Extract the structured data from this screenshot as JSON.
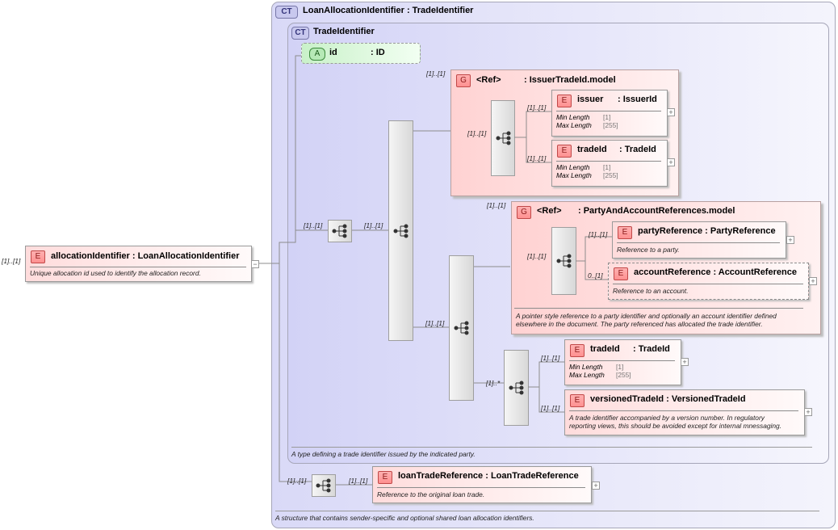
{
  "root": {
    "cardinality": "[1]..[1]",
    "badge": "E",
    "name": "allocationIdentifier",
    "type": ": LoanAllocationIdentifier",
    "doc": "Unique allocation id used to identify the allocation record.",
    "expand": "−"
  },
  "outer_type": {
    "badge": "CT",
    "title": "LoanAllocationIdentifier : TradeIdentifier",
    "doc": "A structure that contains sender-specific and optional shared loan allocation identifiers."
  },
  "inner_type": {
    "badge": "CT",
    "title": "TradeIdentifier",
    "doc": "A type defining a trade identifier issued by the indicated party."
  },
  "attribute": {
    "badge": "A",
    "name": "id",
    "type": ": ID"
  },
  "cardinalities": {
    "outer_seq": "[1]..[1]",
    "choice": "[1]..[1]",
    "issuer_group": "[1]..[1]",
    "issuer_seq": "[1]..[1]",
    "issuer": "[1]..[1]",
    "tradeId1": "[1]..[1]",
    "party_group_outer": "[1]..[1]",
    "party_seq_outer": "[1]..[1]",
    "party_seq": "[1]..[1]",
    "partyReference": "[1]..[1]",
    "accountReference": "0..[1]",
    "tradeId_seq": "[1]..*",
    "tradeId2": "[1]..[1]",
    "versionedTradeId": "[1]..[1]",
    "loan_seq": "[1]..[1]",
    "loanTradeReference": "[1]..[1]"
  },
  "issuer_group": {
    "badge": "G",
    "ref": "<Ref>",
    "name": ": IssuerTradeId.model"
  },
  "party_group": {
    "badge": "G",
    "ref": "<Ref>",
    "name": ": PartyAndAccountReferences.model",
    "doc_line1": "A pointer style reference to a party identifier and optionally an account identifier defined",
    "doc_line2": "elsewhere in the document. The party referenced has allocated the trade identifier."
  },
  "facets": {
    "min_label": "Min Length",
    "min_value": "[1]",
    "max_label": "Max Length",
    "max_value": "[255]"
  },
  "elements": {
    "issuer": {
      "badge": "E",
      "name": "issuer",
      "type": ": IssuerId"
    },
    "tradeId1": {
      "badge": "E",
      "name": "tradeId",
      "type": ": TradeId"
    },
    "partyReference": {
      "badge": "E",
      "name": "partyReference",
      "type": ": PartyReference",
      "doc": "Reference to a party."
    },
    "accountReference": {
      "badge": "E",
      "name": "accountReference",
      "type": ": AccountReference",
      "doc": "Reference to an account."
    },
    "tradeId2": {
      "badge": "E",
      "name": "tradeId",
      "type": ": TradeId"
    },
    "versionedTradeId": {
      "badge": "E",
      "name": "versionedTradeId",
      "type": ": VersionedTradeId",
      "doc_line1": "A trade identifier accompanied by a version number. In regulatory",
      "doc_line2": "reporting views, this should be avoided except for internal mnessaging."
    },
    "loanTradeReference": {
      "badge": "E",
      "name": "loanTradeReference",
      "type": ": LoanTradeReference",
      "doc": "Reference to the original loan trade."
    }
  },
  "expand_symbol": "+"
}
